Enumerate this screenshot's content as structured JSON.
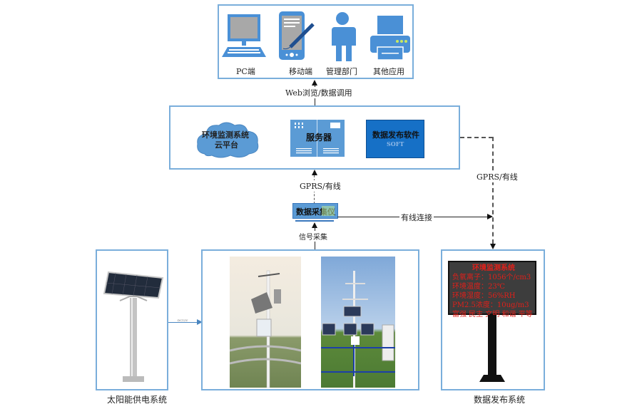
{
  "clients": {
    "items": [
      {
        "icon": "pc-monitor-icon",
        "label": "PC端"
      },
      {
        "icon": "tablet-stylus-icon",
        "label": "移动端"
      },
      {
        "icon": "person-icon",
        "label": "管理部门"
      },
      {
        "icon": "printer-icon",
        "label": "其他应用"
      }
    ],
    "link_label": "Web浏览/数据调用"
  },
  "platform": {
    "cloud_label_line1": "环境监测系统",
    "cloud_label_line2": "云平台",
    "server_label": "服务器",
    "software_label": "数据发布软件",
    "software_sub": "SOFT",
    "uplink_label": "GPRS/有线"
  },
  "collector": {
    "label": "数据采集仪",
    "signal_label": "信号采集",
    "wired_label": "有线连接"
  },
  "right_link_label": "GPRS/有线",
  "solar": {
    "caption": "太阳能供电系统",
    "power_label": "DC12V"
  },
  "display": {
    "caption": "数据发布系统",
    "screen_title": "环境监测系统",
    "screen_lines": [
      "负氧离子：1056个/cm3",
      "环境温度：23℃",
      "环境湿度：56%RH",
      "PM2.5浓度：10ug/m3",
      "富强 民主 文明 和谐 平等"
    ]
  },
  "colors": {
    "icon_blue": "#4a90d6",
    "box_border": "#7aaedb",
    "software_blue": "#1670c6",
    "led_red": "#e0201a",
    "led_bg": "#3d3d3d"
  }
}
